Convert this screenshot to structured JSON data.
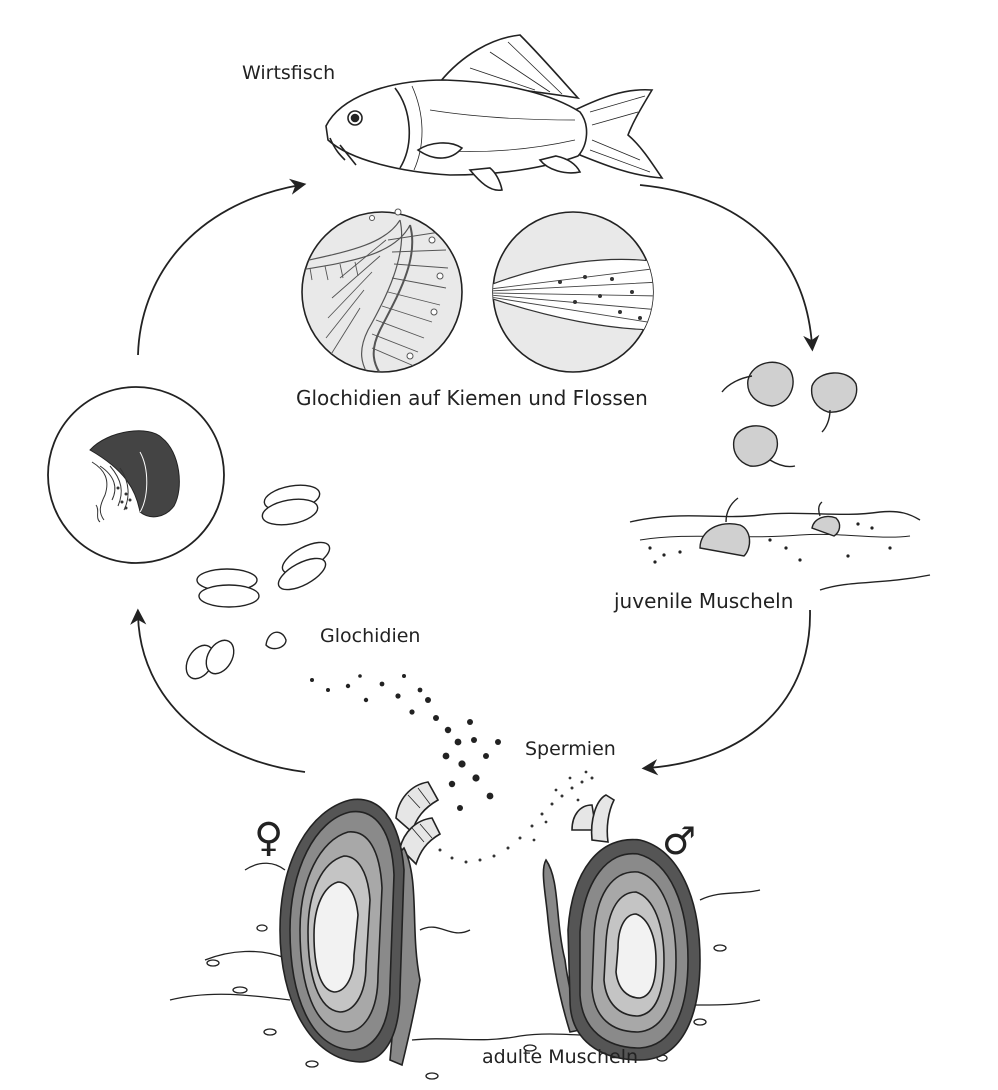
{
  "labels": {
    "host_fish": "Wirtsfisch",
    "glochidia_on_host": "Glochidien auf Kiemen und Flossen",
    "juvenile_mussels": "juvenile Muscheln",
    "sperm": "Spermien",
    "glochidia": "Glochidien",
    "adult_mussels": "adulte Muscheln"
  },
  "symbols": {
    "female": "♀",
    "male": "♂"
  },
  "colors": {
    "line": "#222222",
    "shell_dark": "#555555",
    "shell_mid": "#8a8a8a",
    "shell_light": "#c4c4c4",
    "magnifier_fill": "#e9e9e9"
  }
}
